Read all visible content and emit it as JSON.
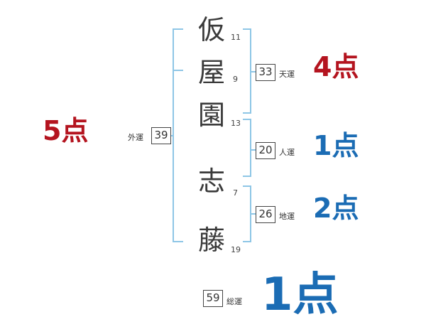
{
  "name_chars": [
    {
      "char": "仮",
      "strokes": "11"
    },
    {
      "char": "屋",
      "strokes": "9"
    },
    {
      "char": "園",
      "strokes": "13"
    },
    {
      "char": "志",
      "strokes": "7"
    },
    {
      "char": "藤",
      "strokes": "19"
    }
  ],
  "fortunes": {
    "gaiun": {
      "label": "外運",
      "value": "39",
      "score": "5点"
    },
    "tenun": {
      "label": "天運",
      "value": "33",
      "score": "4点"
    },
    "jinun": {
      "label": "人運",
      "value": "20",
      "score": "1点"
    },
    "chiun": {
      "label": "地運",
      "value": "26",
      "score": "2点"
    },
    "souun": {
      "label": "総運",
      "value": "59",
      "score": "1点"
    }
  },
  "colors": {
    "line": "#8ec6e6",
    "red": "#b4141f",
    "blue": "#1b6cb4"
  }
}
